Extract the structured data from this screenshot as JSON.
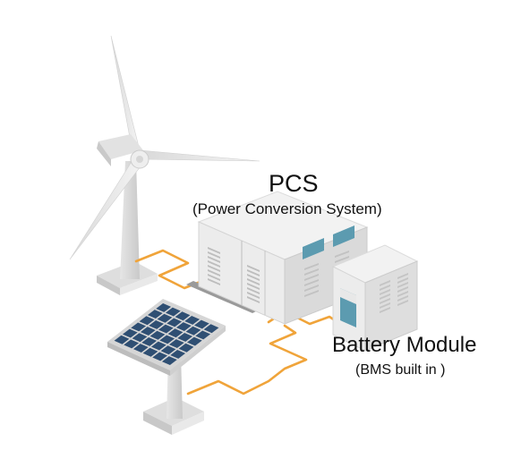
{
  "pcs": {
    "title": "PCS",
    "subtitle": "(Power Conversion System)"
  },
  "battery": {
    "title": "Battery Module",
    "subtitle": "(BMS built in )"
  },
  "colors": {
    "cable": "#f0a43a",
    "panel_cell": "#2f4f73",
    "cabinet_front": "#ececec",
    "cabinet_side": "#dadada",
    "window": "#5c9bb0"
  },
  "icons": [
    "wind-turbine-icon",
    "solar-panel-icon",
    "pcs-cabinet-icon",
    "battery-cabinet-icon"
  ]
}
